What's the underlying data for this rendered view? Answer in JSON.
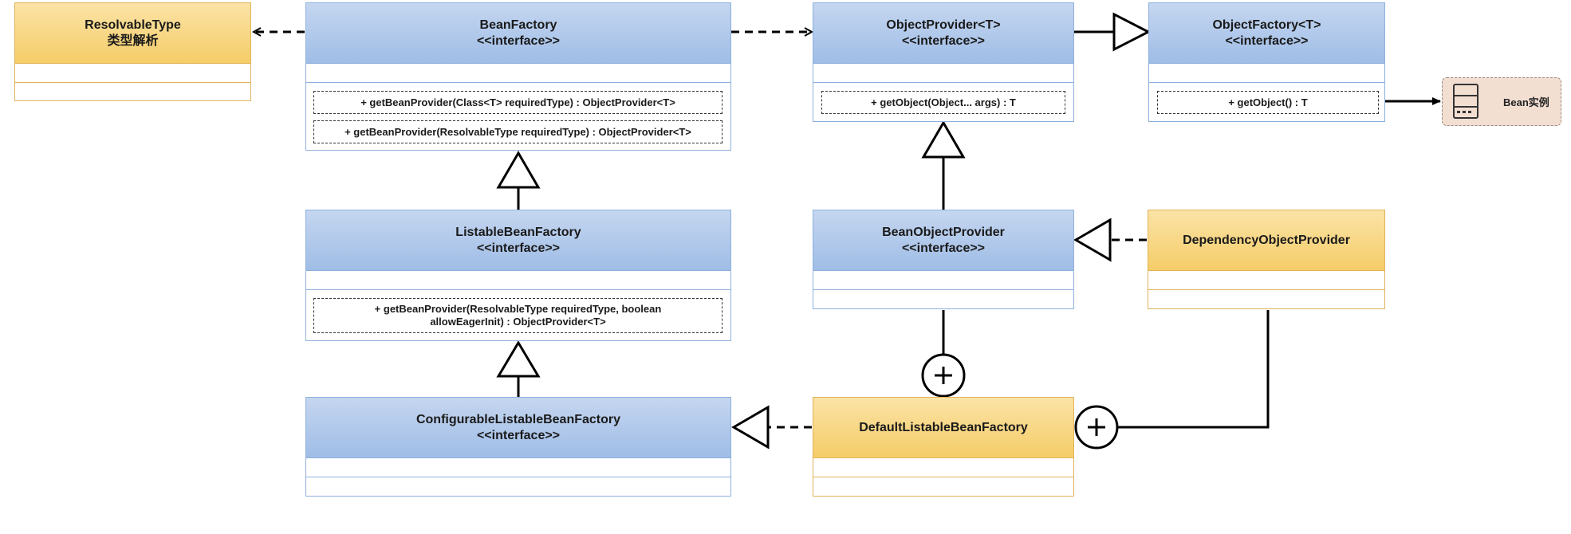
{
  "diagram": {
    "classes": {
      "resolvable_type": {
        "name": "ResolvableType",
        "subtitle": "类型解析"
      },
      "bean_factory": {
        "name": "BeanFactory",
        "stereotype": "<<interface>>",
        "methods": [
          "+ getBeanProvider(Class<T> requiredType) : ObjectProvider<T>",
          "+ getBeanProvider(ResolvableType requiredType) : ObjectProvider<T>"
        ]
      },
      "listable_bean_factory": {
        "name": "ListableBeanFactory",
        "stereotype": "<<interface>>",
        "methods": [
          "+ getBeanProvider(ResolvableType requiredType, boolean allowEagerInit) : ObjectProvider<T>"
        ]
      },
      "configurable_listable_bean_factory": {
        "name": "ConfigurableListableBeanFactory",
        "stereotype": "<<interface>>"
      },
      "object_provider": {
        "name": "ObjectProvider<T>",
        "stereotype": "<<interface>>",
        "methods": [
          "+ getObject(Object... args) : T"
        ]
      },
      "object_factory": {
        "name": "ObjectFactory<T>",
        "stereotype": "<<interface>>",
        "methods": [
          "+ getObject() : T"
        ]
      },
      "bean_object_provider": {
        "name": "BeanObjectProvider",
        "stereotype": "<<interface>>"
      },
      "dependency_object_provider": {
        "name": "DependencyObjectProvider"
      },
      "default_listable_bean_factory": {
        "name": "DefaultListableBeanFactory"
      }
    },
    "bean_instance": {
      "label": "Bean实例",
      "icon": "server-icon"
    },
    "colors": {
      "interface_fill": "#a9c3ea",
      "class_fill": "#f7d47e",
      "bean_fill": "#f3dfd2"
    }
  }
}
